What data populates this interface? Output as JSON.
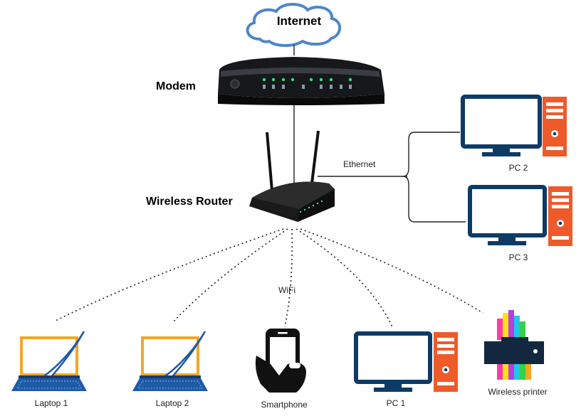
{
  "nodes": {
    "internet": "Internet",
    "modem": "Modem",
    "router": "Wireless Router",
    "pc2": "PC 2",
    "pc3": "PC 3",
    "laptop1": "Laptop 1",
    "laptop2": "Laptop 2",
    "smartphone": "Smartphone",
    "pc1": "PC 1",
    "printer": "Wireless printer"
  },
  "links": {
    "ethernet": "Ethernet",
    "wifi": "WiFi"
  },
  "colors": {
    "screen_border": "#0d3b66",
    "tower": "#ef5a2a",
    "laptop_frame": "#f5a623",
    "device": "#111111"
  }
}
